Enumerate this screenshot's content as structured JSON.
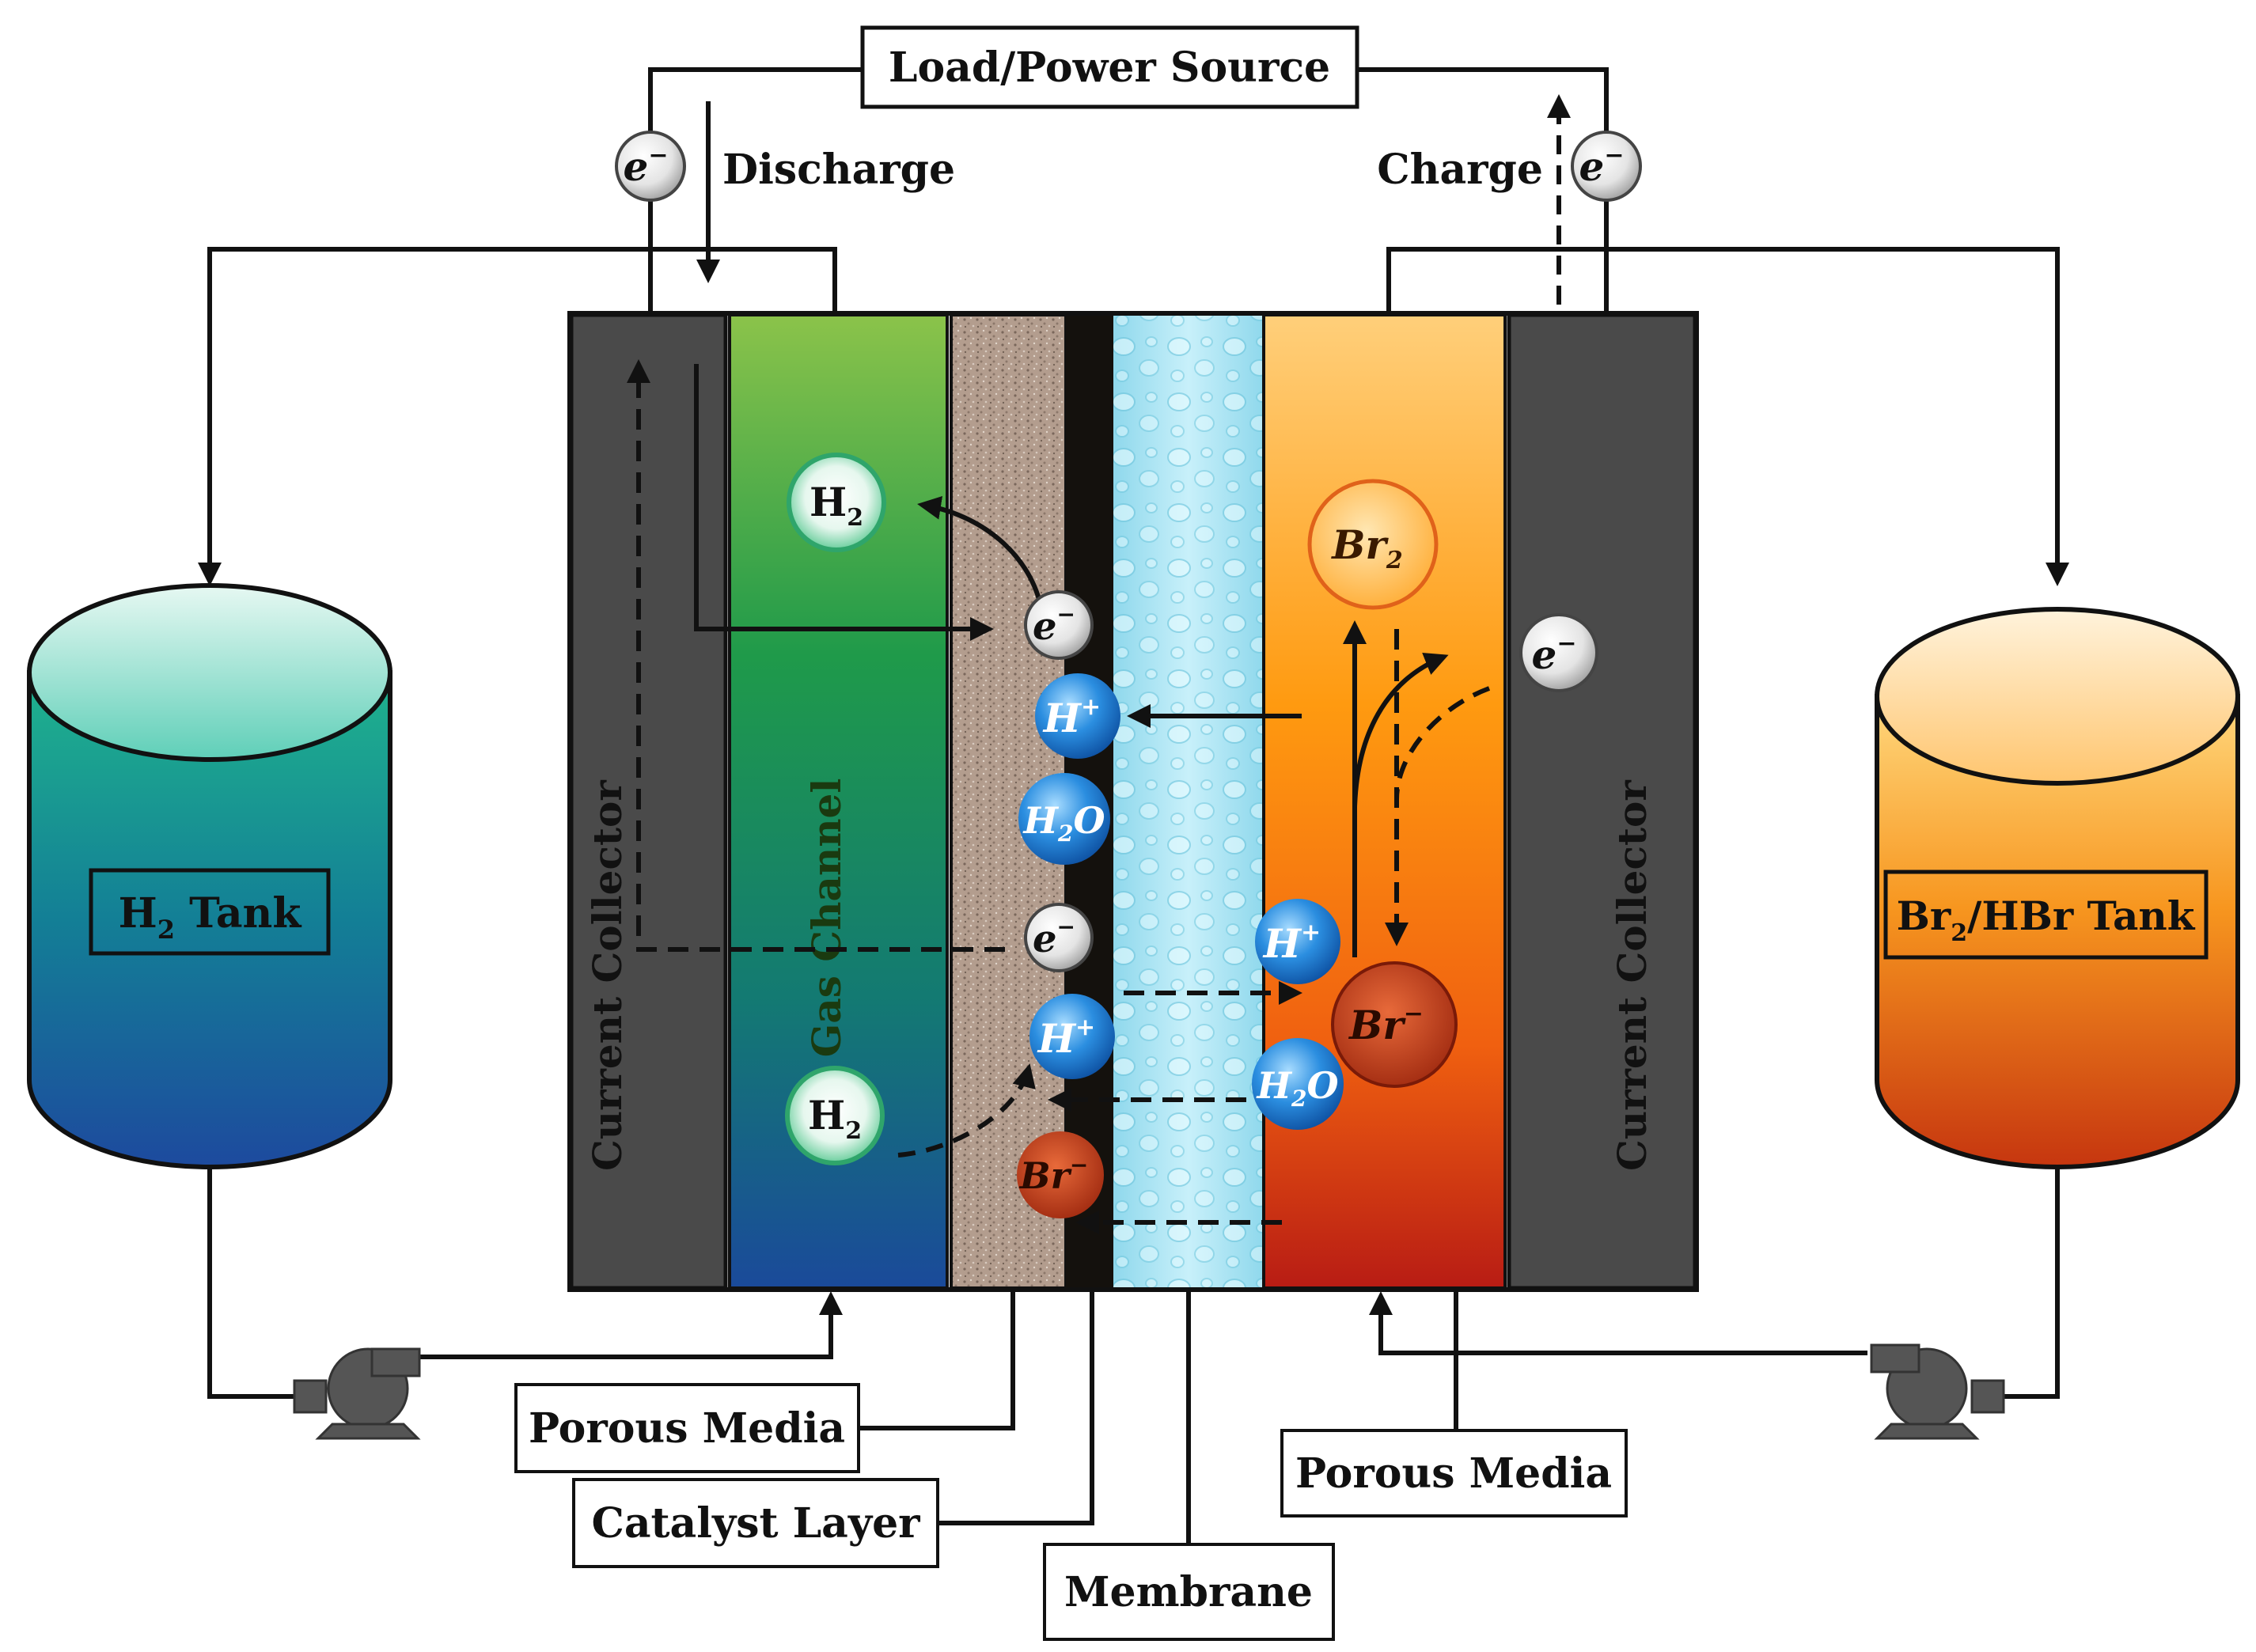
{
  "labels": {
    "load_power_source": "Load/Power Source",
    "discharge": "Discharge",
    "charge": "Charge",
    "current_collector": "Current Collector",
    "gas_channel": "Gas Channel",
    "porous_media": "Porous Media",
    "catalyst_layer": "Catalyst Layer",
    "membrane": "Membrane"
  },
  "tanks": {
    "h2": {
      "name": "H",
      "sub": "2",
      "suffix": " Tank"
    },
    "br2_hbr": {
      "name": "Br",
      "sub": "2",
      "suffix": "/HBr Tank"
    }
  },
  "species": {
    "electron": {
      "base": "e",
      "sup": "−"
    },
    "h2": {
      "base": "H",
      "sub": "2"
    },
    "h_plus": {
      "base": "H",
      "sup": "+"
    },
    "h2o": {
      "base": "H",
      "sub": "2",
      "tail": "O"
    },
    "br2": {
      "base": "Br",
      "sub": "2"
    },
    "br_minus": {
      "base": "Br",
      "sup": "−"
    }
  },
  "colors": {
    "collector": "#4a4a4a",
    "membrane_water": "#9edff0",
    "h2_tank_top": "#1aa88e",
    "h2_tank_bottom": "#1d4f9e",
    "br_tank_top": "#ffc66a",
    "br_tank_bottom": "#c33a12"
  },
  "icons": [
    "pump-icon",
    "pump-icon"
  ]
}
